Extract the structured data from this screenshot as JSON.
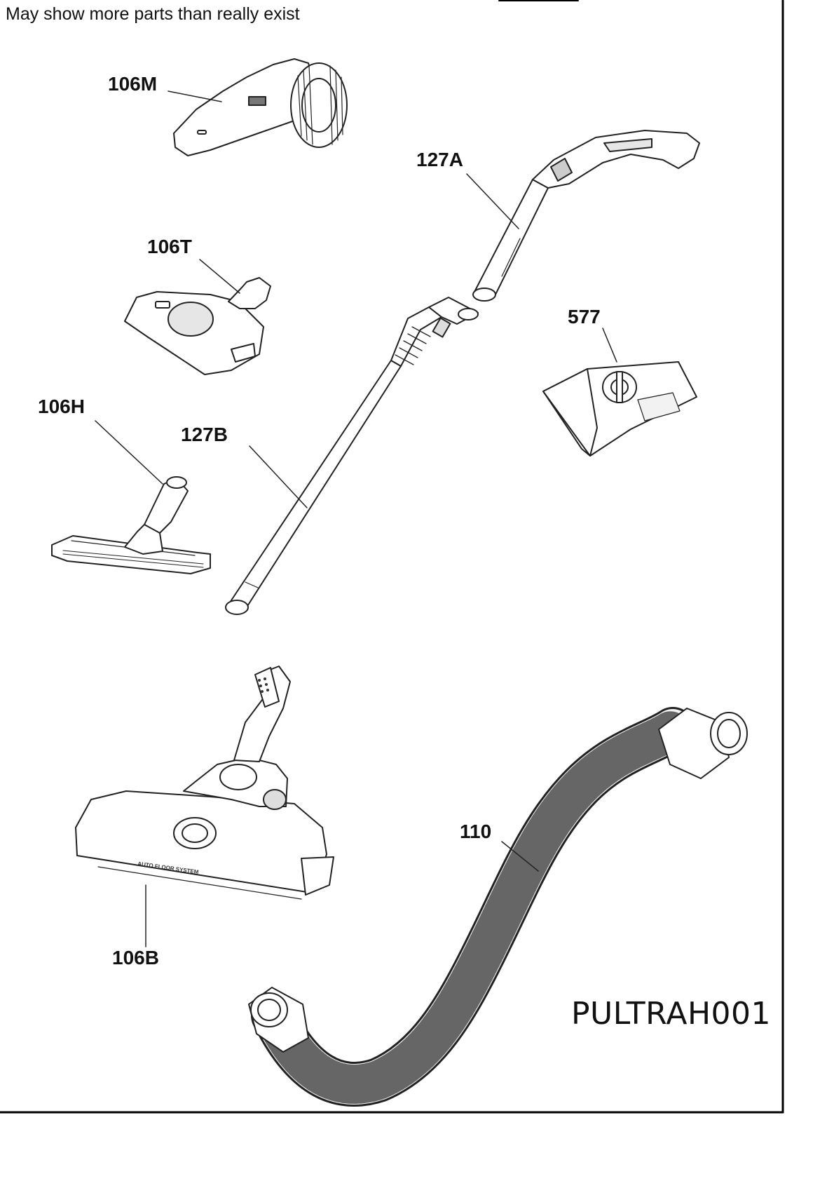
{
  "header": {
    "note": "May show more parts than really exist"
  },
  "diagram_code": "PULTRAH001",
  "parts": [
    {
      "id": "106M",
      "label": "106M"
    },
    {
      "id": "127A",
      "label": "127A"
    },
    {
      "id": "106T",
      "label": "106T"
    },
    {
      "id": "577",
      "label": "577"
    },
    {
      "id": "106H",
      "label": "106H"
    },
    {
      "id": "127B",
      "label": "127B"
    },
    {
      "id": "110",
      "label": "110"
    },
    {
      "id": "106B",
      "label": "106B"
    }
  ],
  "nozzle_print": "AUTO FLOOR SYSTEM",
  "colors": {
    "line": "#222222",
    "fill": "#ffffff",
    "shade": "#dcdcdc",
    "frame": "#000000"
  }
}
